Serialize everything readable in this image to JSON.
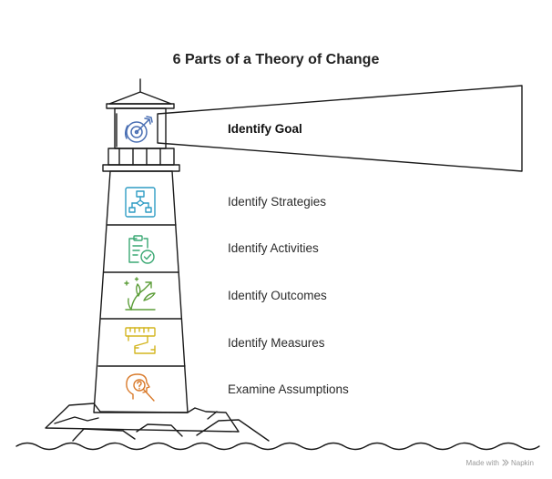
{
  "title": "6 Parts of a Theory of Change",
  "colors": {
    "outline": "#1a1a1a",
    "goal": "#4a6fb3",
    "strategies": "#2e9cc4",
    "activities": "#3aa873",
    "outcomes": "#5d9e3a",
    "measures": "#d3b51f",
    "assumptions": "#d97a2b"
  },
  "steps": [
    {
      "label": "Identify Goal",
      "icon": "target-icon",
      "emphasis": true
    },
    {
      "label": "Identify Strategies",
      "icon": "flowchart-icon",
      "emphasis": false
    },
    {
      "label": "Identify Activities",
      "icon": "clipboard-check-icon",
      "emphasis": false
    },
    {
      "label": "Identify Outcomes",
      "icon": "growth-plant-icon",
      "emphasis": false
    },
    {
      "label": "Identify Measures",
      "icon": "measuring-tape-icon",
      "emphasis": false
    },
    {
      "label": "Examine Assumptions",
      "icon": "head-question-icon",
      "emphasis": false
    }
  ],
  "footer": {
    "made_with": "Made with",
    "brand": "Napkin"
  }
}
